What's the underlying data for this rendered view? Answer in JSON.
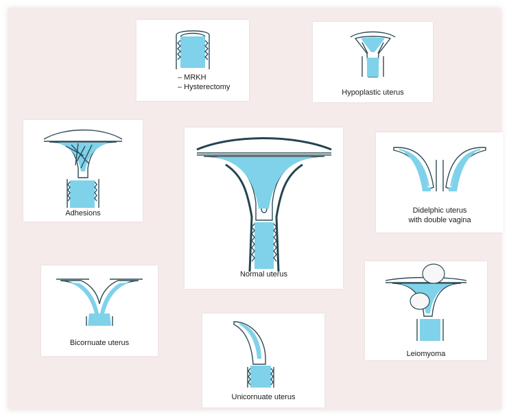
{
  "panels": {
    "mrkh": {
      "line1": "– MRKH",
      "line2": "– Hysterectomy"
    },
    "hypoplastic": {
      "label": "Hypoplastic uterus"
    },
    "adhesions": {
      "label": "Adhesions"
    },
    "normal": {
      "label": "Normal uterus"
    },
    "didelphic": {
      "line1": "Didelphic uterus",
      "line2": "with double vagina"
    },
    "bicornuate": {
      "label": "Bicornuate uterus"
    },
    "unicornuate": {
      "label": "Unicornuate uterus"
    },
    "leiomyoma": {
      "label": "Leiomyoma"
    }
  },
  "colors": {
    "background": "#f6ebeb",
    "card": "#ffffff",
    "fluid": "#7fd2ea",
    "outline": "#2c4b57"
  }
}
